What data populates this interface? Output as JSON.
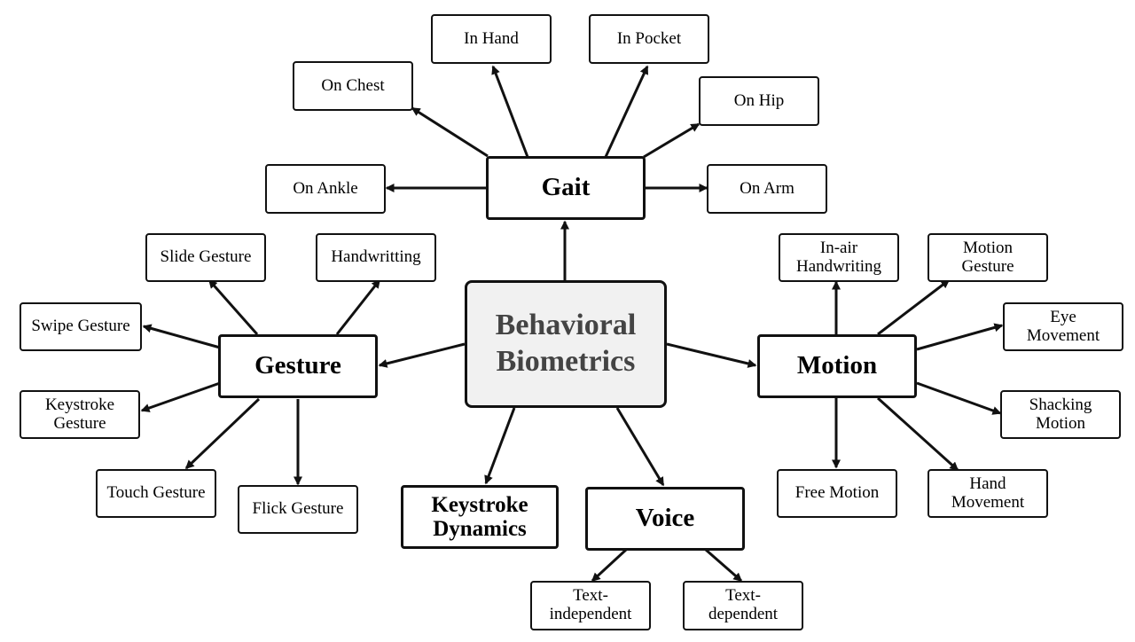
{
  "diagram": {
    "root": {
      "line1": "Behavioral",
      "line2": "Biometrics"
    },
    "gait": {
      "label": "Gait",
      "children": {
        "in_hand": "In Hand",
        "in_pocket": "In Pocket",
        "on_chest": "On Chest",
        "on_hip": "On Hip",
        "on_ankle": "On Ankle",
        "on_arm": "On Arm"
      }
    },
    "gesture": {
      "label": "Gesture",
      "children": {
        "slide": "Slide Gesture",
        "handwritting": "Handwritting",
        "swipe": "Swipe Gesture",
        "keystroke_1": "Keystroke",
        "keystroke_2": "Gesture",
        "touch": "Touch Gesture",
        "flick": "Flick Gesture"
      }
    },
    "motion": {
      "label": "Motion",
      "children": {
        "inair_1": "In-air",
        "inair_2": "Handwriting",
        "motion_gesture_1": "Motion",
        "motion_gesture_2": "Gesture",
        "eye_1": "Eye",
        "eye_2": "Movement",
        "shacking_1": "Shacking",
        "shacking_2": "Motion",
        "free": "Free Motion",
        "hand_1": "Hand",
        "hand_2": "Movement"
      }
    },
    "keystroke_dynamics": {
      "line1": "Keystroke",
      "line2": "Dynamics"
    },
    "voice": {
      "label": "Voice",
      "children": {
        "text_independent_1": "Text-",
        "text_independent_2": "independent",
        "text_dependent_1": "Text-",
        "text_dependent_2": "dependent"
      }
    }
  }
}
